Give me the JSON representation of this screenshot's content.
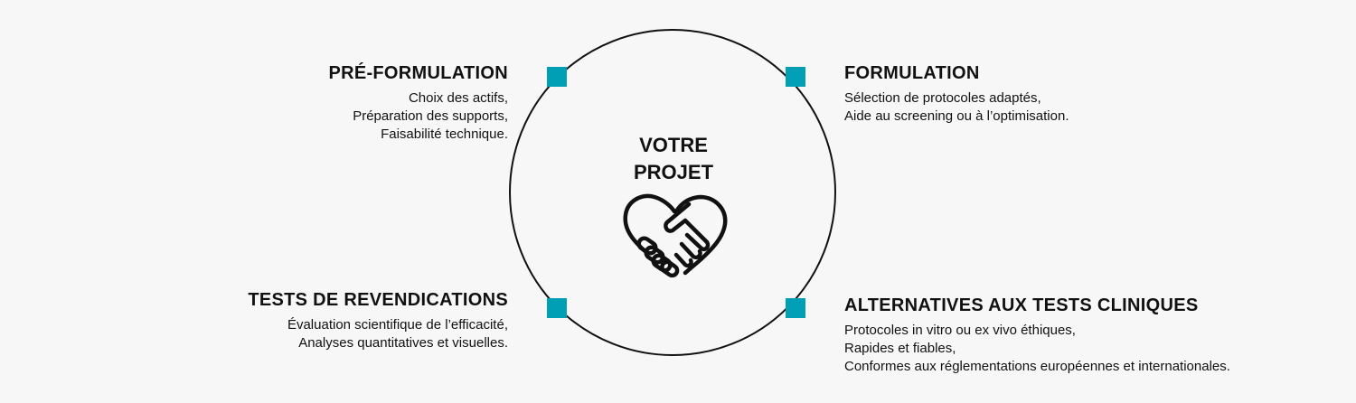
{
  "center": {
    "line1": "VOTRE",
    "line2": "PROJET",
    "icon": "handshake-heart-icon"
  },
  "accent_color": "#009fb5",
  "stages": [
    {
      "title": "PRÉ-FORMULATION",
      "lines": [
        "Choix des actifs,",
        "Préparation des supports,",
        "Faisabilité technique."
      ]
    },
    {
      "title": "FORMULATION",
      "lines": [
        "Sélection de protocoles adaptés,",
        "Aide au screening ou à l’optimisation."
      ]
    },
    {
      "title": "TESTS DE REVENDICATIONS",
      "lines": [
        "Évaluation scientifique de l’efficacité,",
        "Analyses quantitatives et visuelles."
      ]
    },
    {
      "title": "ALTERNATIVES AUX TESTS CLINIQUES",
      "lines": [
        "Protocoles in vitro ou ex vivo éthiques,",
        "Rapides et fiables,",
        "Conformes aux réglementations européennes et internationales."
      ]
    }
  ]
}
